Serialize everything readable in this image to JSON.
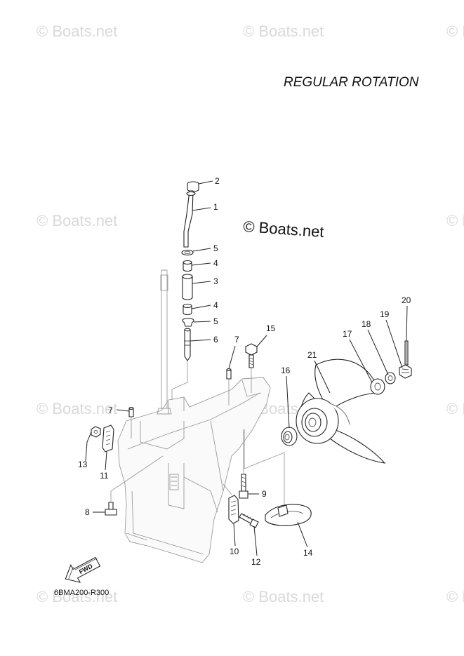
{
  "title": "REGULAR ROTATION",
  "watermark": "© Boats.net",
  "brand_mark": "© Boats.net",
  "drawing_code": "6BMA200-R300",
  "fwd_label": "FWD",
  "callouts": {
    "c1": "1",
    "c2": "2",
    "c3": "3",
    "c4a": "4",
    "c4b": "4",
    "c5a": "5",
    "c5b": "5",
    "c6": "6",
    "c7a": "7",
    "c7b": "7",
    "c8": "8",
    "c9": "9",
    "c10": "10",
    "c11": "11",
    "c12": "12",
    "c13": "13",
    "c14": "14",
    "c15": "15",
    "c16": "16",
    "c17": "17",
    "c18": "18",
    "c19": "19",
    "c20": "20",
    "c21": "21"
  }
}
